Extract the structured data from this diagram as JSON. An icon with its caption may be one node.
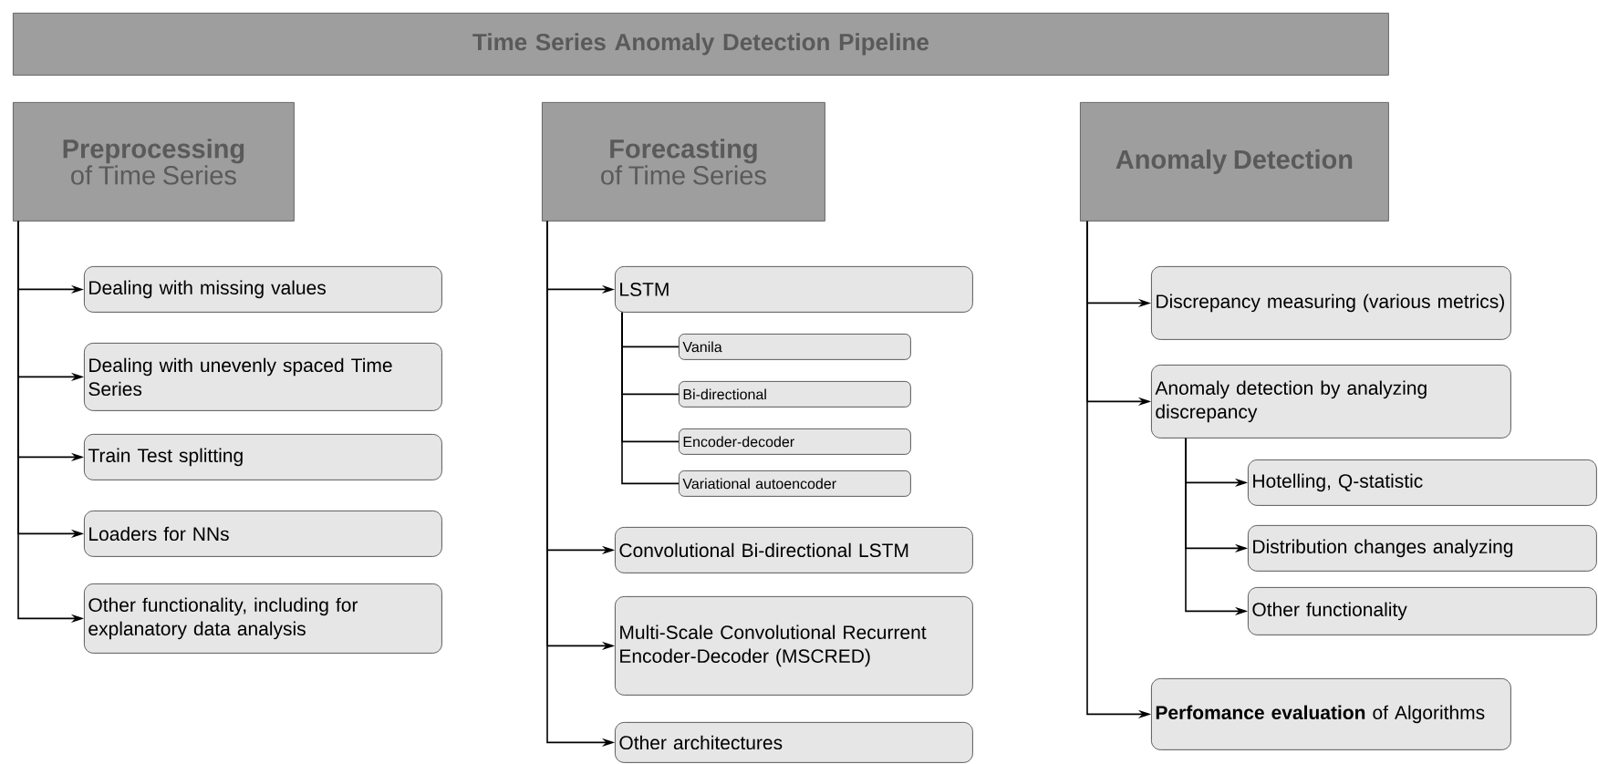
{
  "diagram": {
    "nodes": [
      {
        "text": [
          "Time Series Anomaly Detection Pipeline"
        ]
      },
      {
        "text": [
          "Preprocessing",
          "of Time Series"
        ]
      },
      {
        "text": [
          "Dealing with missing values"
        ]
      },
      {
        "text": [
          "Dealing with unevenly spaced Time Series"
        ]
      },
      {
        "text": [
          "Train Test splitting"
        ]
      },
      {
        "text": [
          "Loaders for NNs"
        ]
      },
      {
        "text": [
          "Other functionality, including for explanatory data analysis"
        ]
      },
      {
        "text": [
          "Forecasting",
          "of Time Series"
        ]
      },
      {
        "text": [
          "LSTM"
        ]
      },
      {
        "text": [
          "Vanila"
        ]
      },
      {
        "text": [
          "Bi-directional"
        ]
      },
      {
        "text": [
          "Encoder-decoder"
        ]
      },
      {
        "text": [
          "Variational autoencoder"
        ]
      },
      {
        "text": [
          "Convolutional Bi-directional LSTM"
        ]
      },
      {
        "text": [
          "Multi-Scale Convolutional Recurrent Encoder-Decoder (MSCRED)"
        ]
      },
      {
        "text": [
          "Other architectures"
        ]
      },
      {
        "text": [
          "Anomaly Detection"
        ]
      },
      {
        "text": [
          "Discrepancy measuring (various metrics)"
        ]
      },
      {
        "text": [
          "Anomaly detection by analyzing discrepancy"
        ]
      },
      {
        "text": [
          "Hotelling, Q-statistic"
        ]
      },
      {
        "text": [
          "Distribution changes analyzing"
        ]
      },
      {
        "text": [
          "Other functionality"
        ]
      },
      {
        "text": [
          "**Perfomance evaluation** of Algorithms"
        ]
      }
    ],
    "edges": [
      {
        "from": 1,
        "to": 2,
        "arrow": "to"
      },
      {
        "from": 1,
        "to": 3,
        "arrow": "to"
      },
      {
        "from": 1,
        "to": 4,
        "arrow": "to"
      },
      {
        "from": 1,
        "to": 5,
        "arrow": "to"
      },
      {
        "from": 1,
        "to": 6,
        "arrow": "to"
      },
      {
        "from": 7,
        "to": 8,
        "arrow": "to"
      },
      {
        "from": 8,
        "to": 9,
        "arrow": "none"
      },
      {
        "from": 8,
        "to": 10,
        "arrow": "none"
      },
      {
        "from": 8,
        "to": 11,
        "arrow": "none"
      },
      {
        "from": 8,
        "to": 12,
        "arrow": "none"
      },
      {
        "from": 7,
        "to": 13,
        "arrow": "to"
      },
      {
        "from": 7,
        "to": 14,
        "arrow": "to"
      },
      {
        "from": 7,
        "to": 15,
        "arrow": "to"
      },
      {
        "from": 16,
        "to": 17,
        "arrow": "to"
      },
      {
        "from": 16,
        "to": 18,
        "arrow": "to"
      },
      {
        "from": 18,
        "to": 19,
        "arrow": "to"
      },
      {
        "from": 18,
        "to": 20,
        "arrow": "to"
      },
      {
        "from": 18,
        "to": 21,
        "arrow": "to"
      },
      {
        "from": 16,
        "to": 22,
        "arrow": "to"
      }
    ]
  }
}
